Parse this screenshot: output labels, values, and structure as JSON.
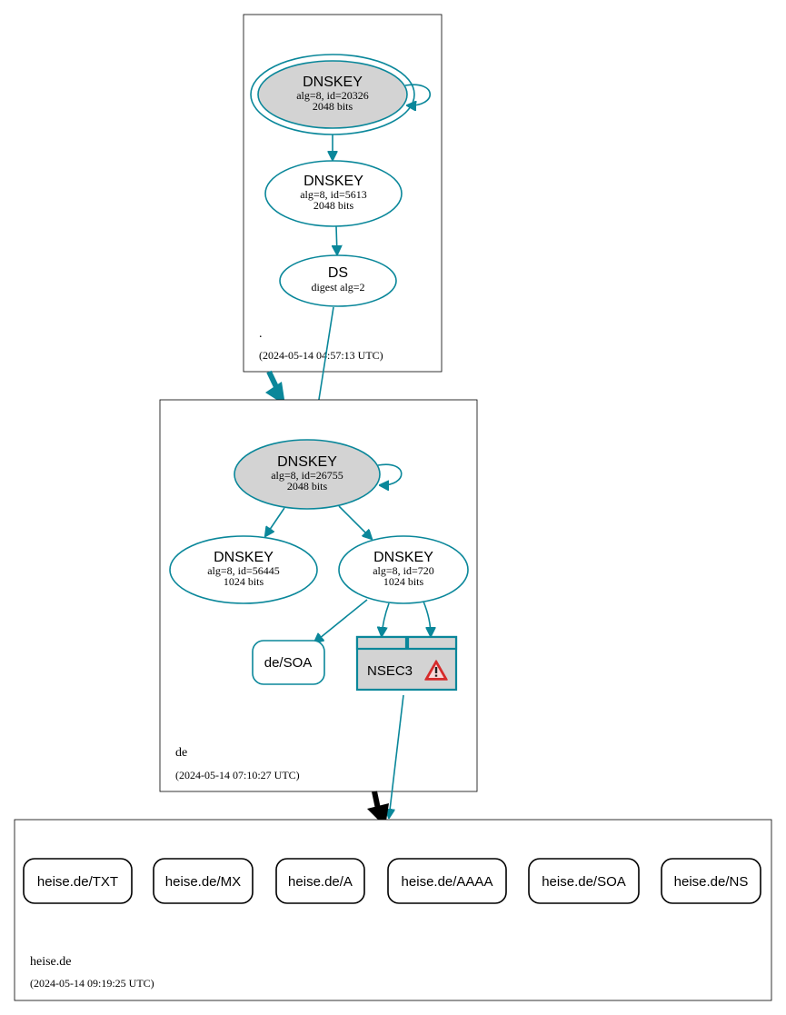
{
  "zones": {
    "root": {
      "name": ".",
      "timestamp": "(2024-05-14 04:57:13 UTC)",
      "ksk": {
        "title": "DNSKEY",
        "detail": "alg=8, id=20326",
        "bits": "2048 bits"
      },
      "zsk": {
        "title": "DNSKEY",
        "detail": "alg=8, id=5613",
        "bits": "2048 bits"
      },
      "ds": {
        "title": "DS",
        "detail": "digest alg=2"
      }
    },
    "de": {
      "name": "de",
      "timestamp": "(2024-05-14 07:10:27 UTC)",
      "ksk": {
        "title": "DNSKEY",
        "detail": "alg=8, id=26755",
        "bits": "2048 bits"
      },
      "zsk1": {
        "title": "DNSKEY",
        "detail": "alg=8, id=56445",
        "bits": "1024 bits"
      },
      "zsk2": {
        "title": "DNSKEY",
        "detail": "alg=8, id=720",
        "bits": "1024 bits"
      },
      "soa": "de/SOA",
      "nsec3": {
        "label": "NSEC3",
        "warning_icon": "warning-triangle-icon"
      }
    },
    "heise": {
      "name": "heise.de",
      "timestamp": "(2024-05-14 09:19:25 UTC)",
      "rrsets": [
        "heise.de/TXT",
        "heise.de/MX",
        "heise.de/A",
        "heise.de/AAAA",
        "heise.de/SOA",
        "heise.de/NS"
      ]
    }
  },
  "colors": {
    "edge": "#0a879a",
    "key_fill": "#d3d3d3",
    "warning": "#d62b2b",
    "delegation_insecure": "#000000"
  }
}
